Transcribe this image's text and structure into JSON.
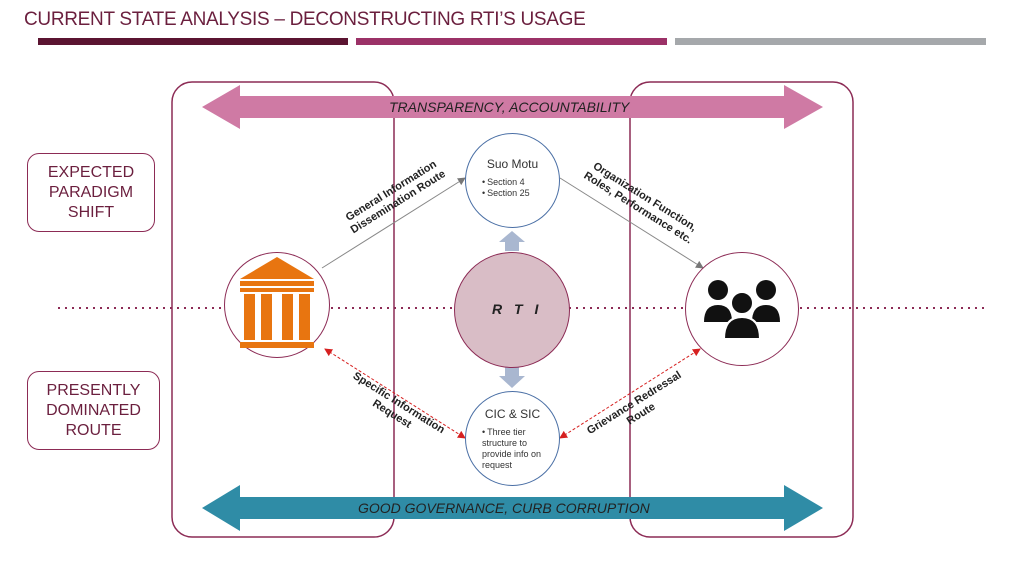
{
  "title": "CURRENT STATE ANALYSIS – DECONSTRUCTING RTI’S USAGE",
  "colors": {
    "bar1": "#5b1431",
    "bar2": "#9b3167",
    "bar3": "#a5a8ab",
    "pink_arrow": "#cf7aa4",
    "blue_arrow": "#2f8ca6",
    "rti_fill": "#d9bdc6",
    "building": "#e87510",
    "outline": "#8c2b55"
  },
  "left_boxes": {
    "expected": "EXPECTED\nPARADIGM\nSHIFT",
    "presently": "PRESENTLY\nDOMINATED\nROUTE"
  },
  "arrows": {
    "top": "TRANSPARENCY, ACCOUNTABILITY",
    "bottom": "GOOD GOVERNANCE, CURB CORRUPTION"
  },
  "routes": {
    "general": "General Information\nDissemination Route",
    "organization": "Organization Function,\nRoles, Performance etc.",
    "specific": "Specific Information\nRequest",
    "grievance": "Grievance Redressal\nRoute"
  },
  "suo_motu": {
    "title": "Suo Motu",
    "items": [
      "Section 4",
      "Section 25"
    ]
  },
  "rti": {
    "label": "R T I"
  },
  "cic_sic": {
    "title": "CIC & SIC",
    "items": [
      "Three tier structure to provide info on request"
    ]
  },
  "icons": {
    "government": "government-building-icon",
    "citizens": "citizens-group-icon"
  }
}
